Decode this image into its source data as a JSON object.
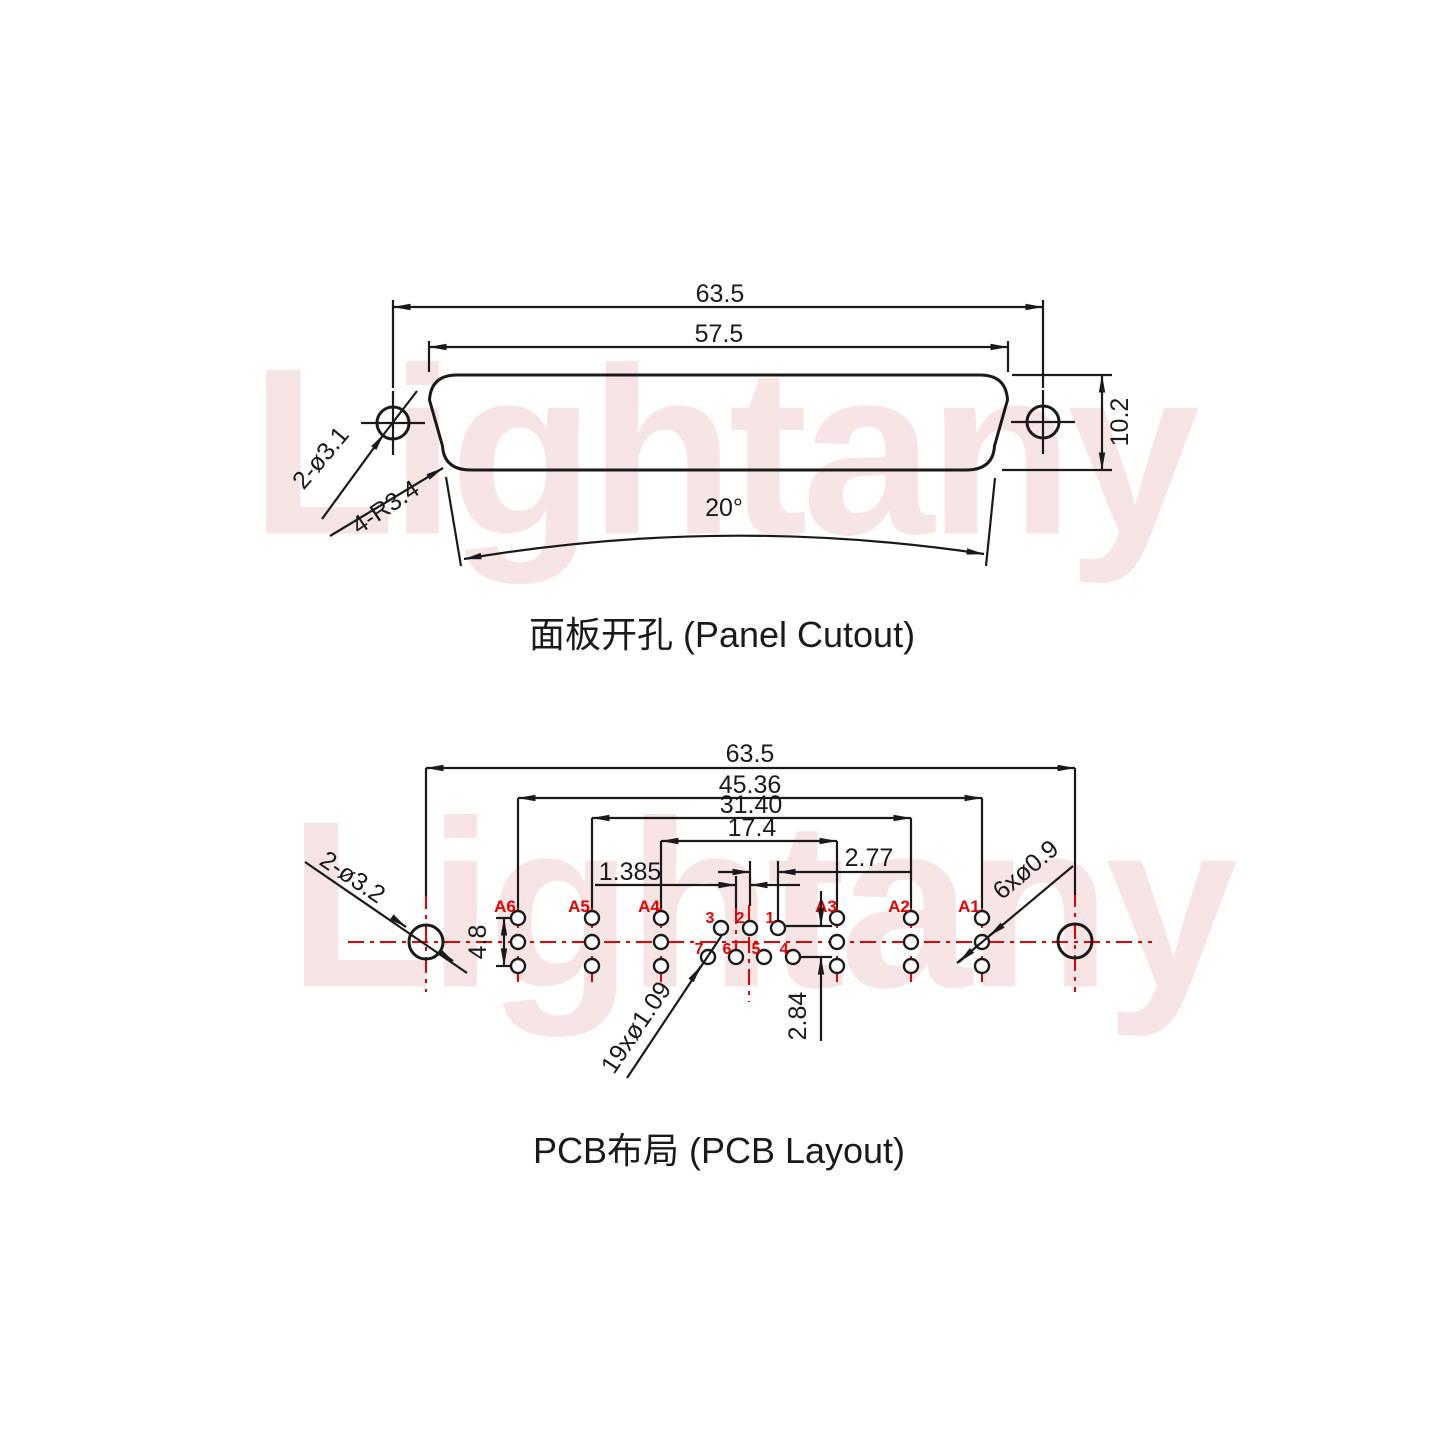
{
  "watermark": "Lightany",
  "colors": {
    "line": "#1a1a1a",
    "accent_red": "#e60000",
    "watermark_pink": "#f5dada",
    "background": "#ffffff"
  },
  "panel": {
    "title": "面板开孔 (Panel Cutout)",
    "dims": {
      "width_outer": "63.5",
      "width_cutout": "57.5",
      "height": "10.2",
      "angle": "20°",
      "mount_holes": "2-ø3.1",
      "corner_radius": "4-R3.4"
    }
  },
  "pcb": {
    "title": "PCB布局 (PCB Layout)",
    "dims": {
      "span_total": "63.5",
      "span_a6_a1": "45.36",
      "span_a5_a2": "31.40",
      "span_a4_a3": "17.4",
      "pin_pitch": "2.77",
      "row_offset": "1.385",
      "coax_height": "4.8",
      "row_spacing": "2.84",
      "signal_holes": "19xø1.09",
      "mount_holes": "2-ø3.2",
      "coax_holes": "6xø0.9"
    },
    "coax_labels": [
      "A6",
      "A5",
      "A4",
      "A3",
      "A2",
      "A1"
    ],
    "pin_labels_top": [
      "3",
      "2",
      "1"
    ],
    "pin_labels_bottom": [
      "7",
      "6",
      "5",
      "4"
    ]
  }
}
